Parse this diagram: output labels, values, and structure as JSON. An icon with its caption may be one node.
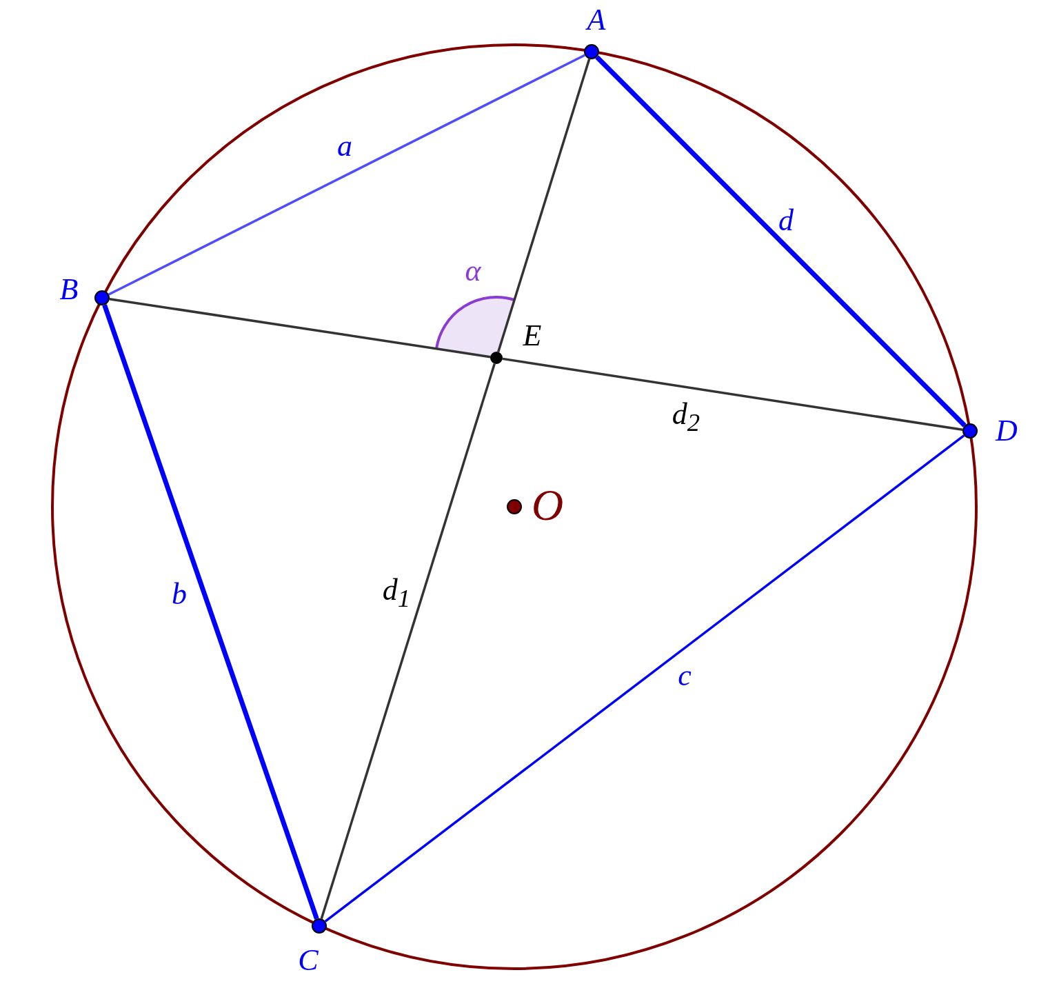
{
  "diagram": {
    "nodes": [
      {
        "text": [
          "A"
        ]
      },
      {
        "text": [
          "B"
        ]
      },
      {
        "text": [
          "E"
        ]
      },
      {
        "text": [
          "D"
        ]
      },
      {
        "text": [
          "O"
        ]
      },
      {
        "text": [
          "C"
        ]
      }
    ],
    "edges": [
      {
        "from": 1,
        "to": 0,
        "arrow": "none",
        "label": "a",
        "color": "#4d4dff"
      },
      {
        "from": 0,
        "to": 3,
        "arrow": "none",
        "label": "d",
        "style": "thick",
        "color": "#0000ff"
      },
      {
        "from": 1,
        "to": 5,
        "arrow": "none",
        "label": "b",
        "style": "thick",
        "color": "#0000ff"
      },
      {
        "from": 5,
        "to": 3,
        "arrow": "none",
        "label": "c",
        "color": "#0000ff"
      },
      {
        "from": 0,
        "to": 2,
        "arrow": "none",
        "color": "#333333"
      },
      {
        "from": 2,
        "to": 5,
        "arrow": "none",
        "label": "d$_{1}$",
        "color": "#333333"
      },
      {
        "from": 1,
        "to": 2,
        "arrow": "none",
        "color": "#333333"
      },
      {
        "from": 2,
        "to": 3,
        "arrow": "none",
        "label": "d$_{2}$",
        "color": "#333333"
      }
    ],
    "labels": [
      "α"
    ]
  }
}
